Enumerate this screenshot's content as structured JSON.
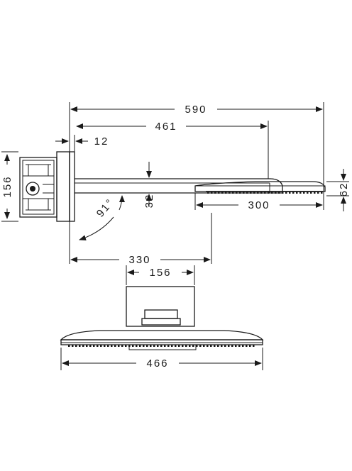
{
  "dimensions": {
    "total_length": "590",
    "arm_length": "461",
    "wall_plate_depth": "12",
    "box_height": "156",
    "arm_offset": "32",
    "angle": "91°",
    "head_height": "62",
    "head_depth": "300",
    "arm_projection": "330",
    "plate_width": "156",
    "head_width": "466"
  },
  "colors": {
    "line": "#1a1a1a",
    "background": "#ffffff"
  }
}
